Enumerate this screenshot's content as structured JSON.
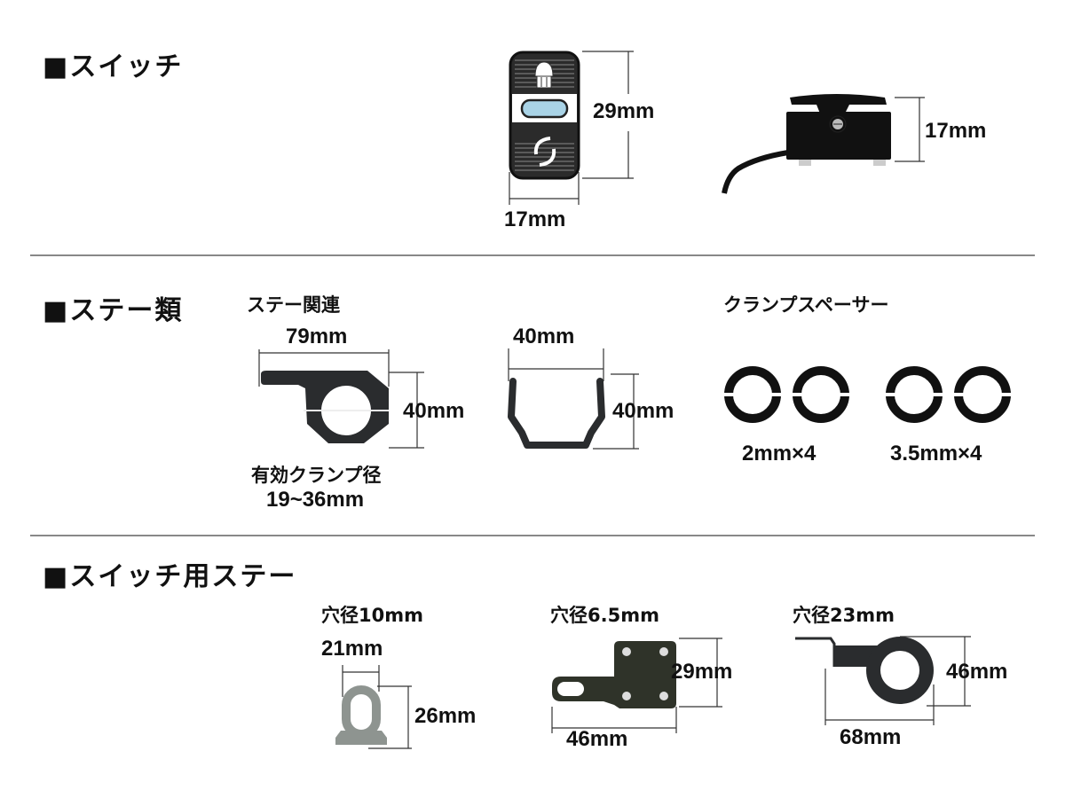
{
  "sections": [
    {
      "title": "■スイッチ",
      "items": [
        {
          "name": "switch-front",
          "width": "17mm",
          "height": "29mm"
        },
        {
          "name": "switch-side",
          "height": "17mm"
        }
      ]
    },
    {
      "title": "■ステー類",
      "groups": [
        {
          "label": "ステー関連",
          "items": [
            {
              "name": "clamp-stay",
              "width": "79mm",
              "height": "40mm",
              "note_line1": "有効クランプ径",
              "note_line2": "19~36mm"
            },
            {
              "name": "u-stay",
              "width": "40mm",
              "height": "40mm"
            }
          ]
        },
        {
          "label": "クランプスペーサー",
          "items": [
            {
              "name": "spacer-2mm",
              "label": "2mm×4"
            },
            {
              "name": "spacer-3.5mm",
              "label": "3.5mm×4"
            }
          ]
        }
      ]
    },
    {
      "title": "■スイッチ用ステー",
      "items": [
        {
          "name": "stay-10mm",
          "hole": "穴径10mm",
          "width": "21mm",
          "height": "26mm"
        },
        {
          "name": "stay-6.5mm",
          "hole": "穴径6.5mm",
          "width": "46mm",
          "height": "29mm"
        },
        {
          "name": "stay-23mm",
          "hole": "穴径23mm",
          "width": "68mm",
          "height": "46mm"
        }
      ]
    }
  ],
  "colors": {
    "part_black": "#111111",
    "part_dark_gray": "#2a2c2e",
    "part_light_gray": "#8e9490",
    "part_olive": "#2f3329",
    "button_blue": "#a9d3e6",
    "divider": "#888888"
  }
}
